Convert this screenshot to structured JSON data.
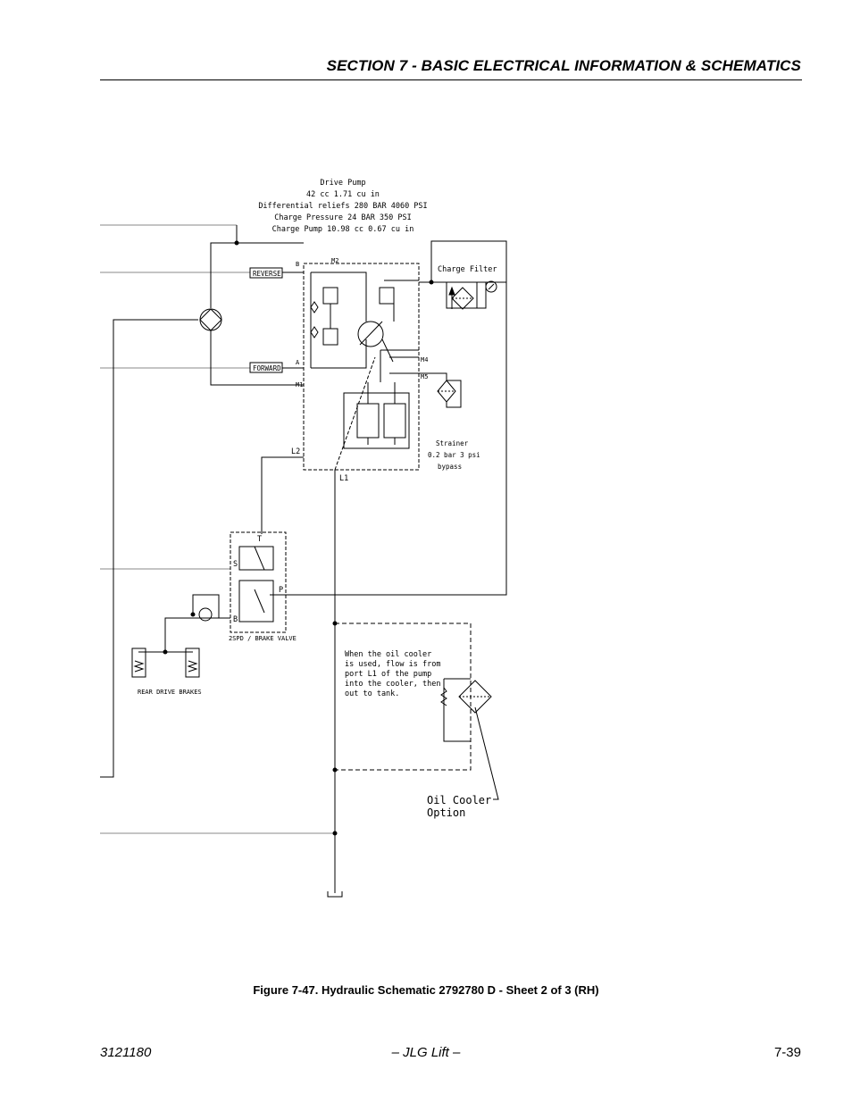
{
  "header": {
    "section_title": "SECTION 7 - BASIC ELECTRICAL INFORMATION & SCHEMATICS"
  },
  "schematic": {
    "drive_pump_lines": [
      "Drive Pump",
      "42 cc 1.71 cu in",
      "Differential reliefs 280 BAR 4060 PSI",
      "Charge Pressure 24 BAR 350 PSI",
      "Charge Pump 10.98 cc 0.67 cu in"
    ],
    "labels": {
      "reverse": "REVERSE",
      "forward": "FORWARD",
      "port_b": "B",
      "port_a": "A",
      "port_m1": "M1",
      "port_m2": "M2",
      "port_m4": "M4",
      "port_m5": "M5",
      "port_l1": "L1",
      "port_l2": "L2",
      "charge_filter": "Charge Filter",
      "strainer_1": "Strainer",
      "strainer_2": "0.2 bar 3 psi",
      "strainer_3": "bypass",
      "valve_t": "T",
      "valve_s": "S",
      "valve_p": "P",
      "valve_b": "B",
      "brake_valve": "2SPD / BRAKE VALVE",
      "rear_drive_brakes": "REAR DRIVE BRAKES",
      "oil_cooler_title_1": "Oil Cooler",
      "oil_cooler_title_2": "Option"
    },
    "oil_cooler_note": [
      "When the oil cooler",
      "is used, flow is from",
      "port L1 of the pump",
      "into the cooler, then",
      "out to tank."
    ]
  },
  "caption": "Figure 7-47.  Hydraulic Schematic 2792780 D - Sheet 2 of 3 (RH)",
  "footer": {
    "doc_number": "3121180",
    "publisher": "– JLG Lift –",
    "page": "7-39"
  }
}
